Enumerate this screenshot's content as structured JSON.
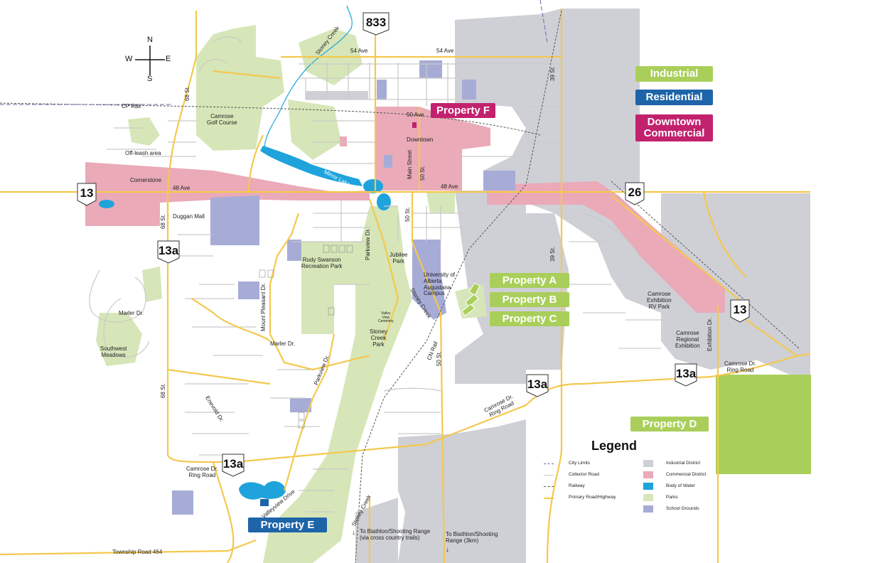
{
  "colors": {
    "industrial": "#cfd0d6",
    "commercial": "#eaaab8",
    "water": "#1fa3dc",
    "parks": "#d6e6b8",
    "school": "#a6acd6",
    "highway": "#f4c84e",
    "collector": "#c9c9c9",
    "badge_industrial": "#a9cf5a",
    "badge_residential": "#1e64a8",
    "badge_downtown": "#c2216e",
    "property_d_fill": "#a9cf5a"
  },
  "compass": {
    "n": "N",
    "s": "S",
    "e": "E",
    "w": "W"
  },
  "highways": {
    "h833": "833",
    "h13_west": "13",
    "h26": "26",
    "h13_east": "13",
    "h13a_north": "13a",
    "h13a_center": "13a",
    "h13a_east": "13a",
    "h13a_south": "13a"
  },
  "labels": {
    "ave54_a": "54 Ave",
    "ave54_b": "54 Ave",
    "st39_north": "39 St.",
    "st39_south": "39 St.",
    "st68_north": "68 St.",
    "st68_mid": "68 St.",
    "st68_south": "68 St.",
    "cp_rail": "CP Rail",
    "golf": "Camrose\nGolf Course",
    "stoney_creek_n": "Stoney Creek",
    "ave50": "50 Ave",
    "downtown": "Downtown",
    "main_street": "Main Street",
    "st50_a": "50 St.",
    "offleash": "Off-leash area",
    "cornerstone": "Cornerstone",
    "ave48_w": "48 Ave",
    "ave48_e": "48 Ave",
    "mirror_lake": "Mirror Lake",
    "duggan": "Duggan Mall",
    "st50_b": "50 St.",
    "parkview_n": "Parkview Dr.",
    "jubilee": "Jubilee\nPark",
    "rudy": "Rudy Swanson\nRecreation Park",
    "university": "University of\nAlberta\nAugustana\nCampus",
    "stoney_creek_mid": "Stoney Creek",
    "valley_view": "Valley\nView\nCemetery",
    "stoney_creek_park": "Stoney\nCreek\nPark",
    "marler_w": "Marler Dr.",
    "marler_mid": "Marler Dr.",
    "mount_pleasant": "Mount Pleasant Dr.",
    "southwest_meadows": "Southwest\nMeadows",
    "cn_rail": "CN Rail",
    "st50_c": "50 St.",
    "parkview_s": "Parkview Dr.",
    "enevold": "Enevold Dr.",
    "exhibition_rv": "Camrose\nExhibition\nRV Park",
    "regional_exhibition": "Camrose\nRegional\nExhibition",
    "exhibition_dr": "Exhibition Dr.",
    "ring_east": "Camrose Dr.\nRing Road",
    "ring_center": "Camrose Dr.\nRing Road",
    "ring_west": "Camrose Dr.\nRing Road",
    "valleyview": "Valleyview Drive",
    "stoney_creek_s": "Stoney Creek",
    "biathlon_trails": "To Biathlon/Shooting Range\n(via cross country trails)",
    "biathlon_road": "To Biathlon/Shooting\nRange (3km)",
    "township": "Township Road 464"
  },
  "categories": {
    "industrial": "Industrial",
    "residential": "Residential",
    "downtown": "Downtown\nCommercial"
  },
  "properties": {
    "a": "Property A",
    "b": "Property B",
    "c": "Property C",
    "d": "Property D",
    "e": "Property E",
    "f": "Property F"
  },
  "legend": {
    "title": "Legend",
    "city_limits": "City Limits",
    "collector_road": "Collector Road",
    "railway": "Railway",
    "primary_road": "Primary Road/Highway",
    "industrial": "Industrial District",
    "commercial": "Commercial District",
    "water": "Body of Water",
    "parks": "Parks",
    "school": "School Grounds"
  }
}
